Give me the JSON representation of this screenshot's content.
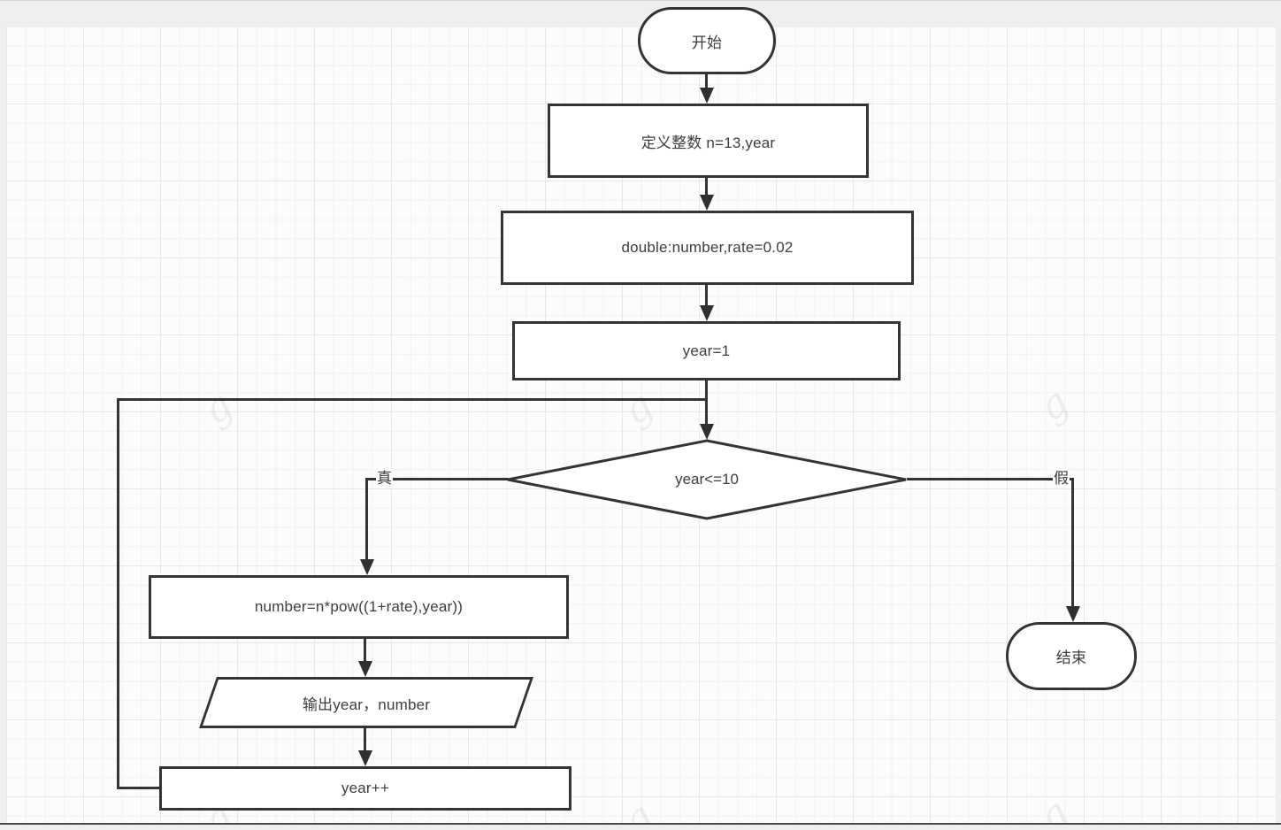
{
  "flowchart": {
    "nodes": {
      "start": {
        "type": "terminator",
        "label": "开始"
      },
      "declare_int": {
        "type": "process",
        "label": "定义整数 n=13,year"
      },
      "declare_double": {
        "type": "process",
        "label": "double:number,rate=0.02"
      },
      "init_year": {
        "type": "process",
        "label": "year=1"
      },
      "condition": {
        "type": "decision",
        "label": "year<=10"
      },
      "compute": {
        "type": "process",
        "label": "number=n*pow((1+rate),year))"
      },
      "output": {
        "type": "io",
        "label": "输出year，number"
      },
      "increment": {
        "type": "process",
        "label": "year++"
      },
      "end": {
        "type": "terminator",
        "label": "结束"
      }
    },
    "edge_labels": {
      "true_branch": "真",
      "false_branch": "假"
    },
    "colors": {
      "shape_stroke": "#343434",
      "shape_fill": "#ffffff",
      "text": "#3d3d3d",
      "canvas_background": "#fcfcfc",
      "grid_minor": "#f2f2f2",
      "grid_major": "#e7e7e7",
      "chrome": "#efefef",
      "canvas_bottom_line": "#4a4a4a"
    },
    "watermark": {
      "glyph": "g"
    }
  }
}
